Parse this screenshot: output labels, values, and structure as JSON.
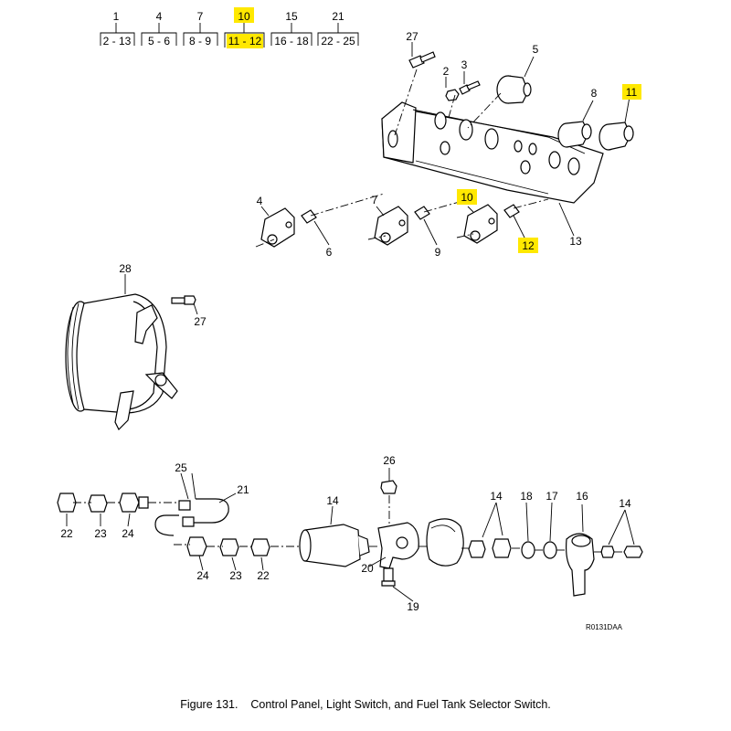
{
  "index_table": [
    {
      "top": "1",
      "bottom": "2 - 13",
      "highlight": false
    },
    {
      "top": "4",
      "bottom": "5 - 6",
      "highlight": false
    },
    {
      "top": "7",
      "bottom": "8 - 9",
      "highlight": false
    },
    {
      "top": "10",
      "bottom": "11 - 12",
      "highlight": true
    },
    {
      "top": "15",
      "bottom": "16 - 18",
      "highlight": false
    },
    {
      "top": "21",
      "bottom": "22 - 25",
      "highlight": false
    }
  ],
  "callouts": [
    {
      "id": "c27a",
      "text": "27",
      "highlight": false
    },
    {
      "id": "c2",
      "text": "2",
      "highlight": false
    },
    {
      "id": "c3",
      "text": "3",
      "highlight": false
    },
    {
      "id": "c5",
      "text": "5",
      "highlight": false
    },
    {
      "id": "c8",
      "text": "8",
      "highlight": false
    },
    {
      "id": "c11",
      "text": "11",
      "highlight": true
    },
    {
      "id": "c4",
      "text": "4",
      "highlight": false
    },
    {
      "id": "c6",
      "text": "6",
      "highlight": false
    },
    {
      "id": "c7",
      "text": "7",
      "highlight": false
    },
    {
      "id": "c9",
      "text": "9",
      "highlight": false
    },
    {
      "id": "c10",
      "text": "10",
      "highlight": true
    },
    {
      "id": "c12",
      "text": "12",
      "highlight": true
    },
    {
      "id": "c13",
      "text": "13",
      "highlight": false
    },
    {
      "id": "c28",
      "text": "28",
      "highlight": false
    },
    {
      "id": "c27b",
      "text": "27",
      "highlight": false
    },
    {
      "id": "c25",
      "text": "25",
      "highlight": false
    },
    {
      "id": "c21",
      "text": "21",
      "highlight": false
    },
    {
      "id": "c22a",
      "text": "22",
      "highlight": false
    },
    {
      "id": "c23a",
      "text": "23",
      "highlight": false
    },
    {
      "id": "c24a",
      "text": "24",
      "highlight": false
    },
    {
      "id": "c24b",
      "text": "24",
      "highlight": false
    },
    {
      "id": "c23b",
      "text": "23",
      "highlight": false
    },
    {
      "id": "c22b",
      "text": "22",
      "highlight": false
    },
    {
      "id": "c26",
      "text": "26",
      "highlight": false
    },
    {
      "id": "c14a",
      "text": "14",
      "highlight": false
    },
    {
      "id": "c20",
      "text": "20",
      "highlight": false
    },
    {
      "id": "c19",
      "text": "19",
      "highlight": false
    },
    {
      "id": "c14b",
      "text": "14",
      "highlight": false
    },
    {
      "id": "c18",
      "text": "18",
      "highlight": false
    },
    {
      "id": "c17",
      "text": "17",
      "highlight": false
    },
    {
      "id": "c16",
      "text": "16",
      "highlight": false
    },
    {
      "id": "c14c",
      "text": "14",
      "highlight": false
    }
  ],
  "drawing_code": "R0131DAA",
  "caption": {
    "figure": "Figure  131.",
    "title": "Control Panel, Light Switch, and Fuel Tank Selector Switch."
  },
  "colors": {
    "highlight": "#ffe800",
    "ink": "#000000",
    "paper": "#ffffff"
  }
}
